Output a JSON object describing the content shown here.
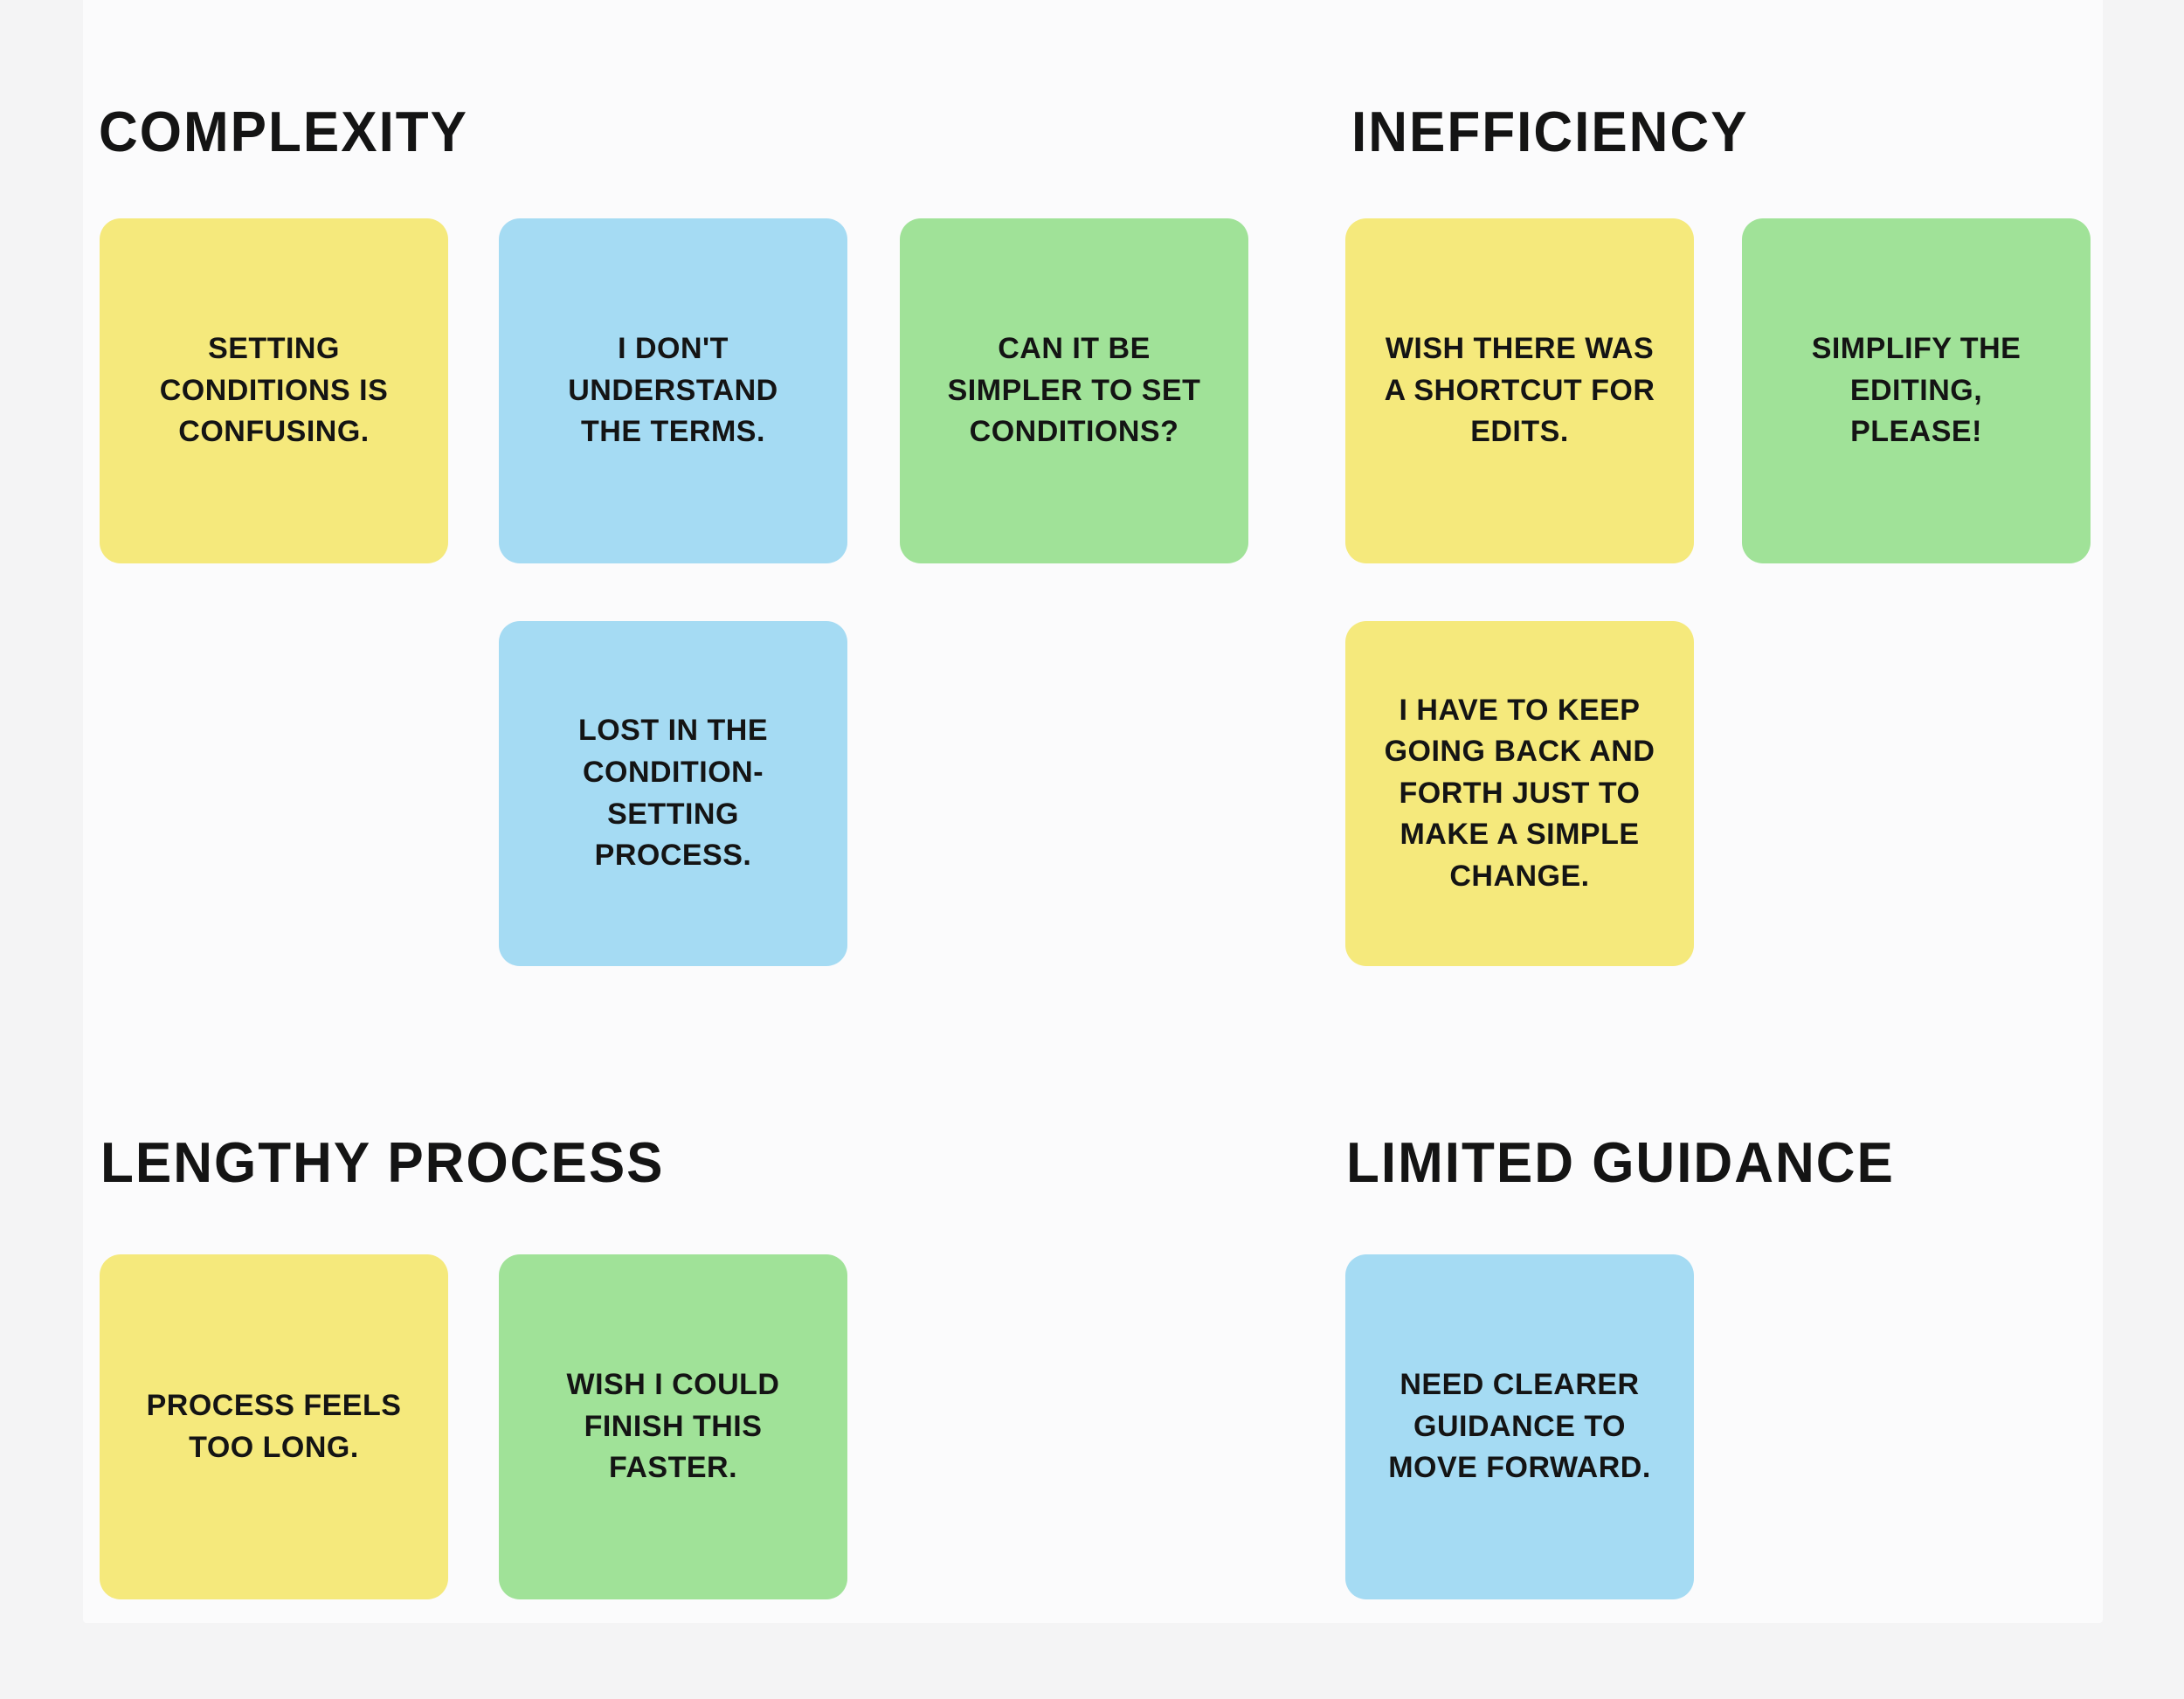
{
  "board": {
    "colors": {
      "background": "#F4F4F5",
      "canvas": "#FBFBFC",
      "text": "#141414",
      "sticky-yellow": "#F5E97C",
      "sticky-blue": "#A5DBF3",
      "sticky-green": "#A0E298"
    },
    "sections": [
      {
        "title": "COMPLEXITY",
        "notes": [
          {
            "color": "yellow",
            "text": "SETTING\nCONDITIONS IS\nCONFUSING."
          },
          {
            "color": "blue",
            "text": "I DON'T\nUNDERSTAND\nTHE TERMS."
          },
          {
            "color": "green",
            "text": "CAN IT BE\nSIMPLER TO SET\nCONDITIONS?"
          },
          {
            "color": "blue",
            "text": "LOST IN THE\nCONDITION-\nSETTING\nPROCESS."
          }
        ]
      },
      {
        "title": "INEFFICIENCY",
        "notes": [
          {
            "color": "yellow",
            "text": "WISH THERE WAS\nA SHORTCUT FOR\nEDITS."
          },
          {
            "color": "green",
            "text": "SIMPLIFY THE\nEDITING,\nPLEASE!"
          },
          {
            "color": "yellow",
            "text": "I HAVE TO KEEP\nGOING BACK AND\nFORTH JUST TO\nMAKE A SIMPLE\nCHANGE."
          }
        ]
      },
      {
        "title": "LENGTHY PROCESS",
        "notes": [
          {
            "color": "yellow",
            "text": "PROCESS FEELS\nTOO LONG."
          },
          {
            "color": "green",
            "text": "WISH I COULD\nFINISH THIS\nFASTER."
          }
        ]
      },
      {
        "title": "LIMITED GUIDANCE",
        "notes": [
          {
            "color": "blue",
            "text": "NEED CLEARER\nGUIDANCE TO\nMOVE FORWARD."
          }
        ]
      }
    ]
  }
}
